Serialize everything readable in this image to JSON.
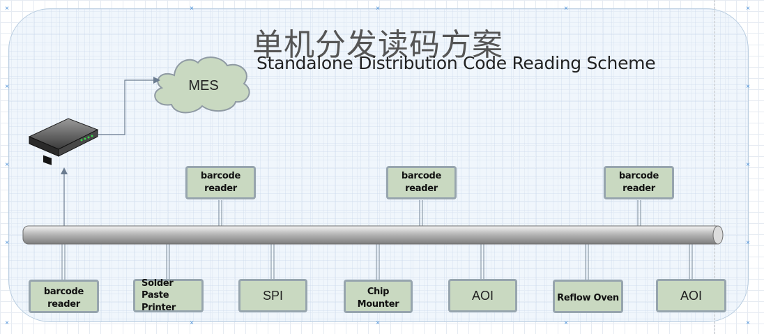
{
  "title": {
    "chinese": "单机分发读码方案",
    "english": "Standalone Distribution Code Reading Scheme"
  },
  "cloud": {
    "label": "MES"
  },
  "device": {
    "icon": "network-router-icon"
  },
  "top_readers": [
    {
      "label": "barcode reader"
    },
    {
      "label": "barcode reader"
    },
    {
      "label": "barcode reader"
    }
  ],
  "stations": [
    {
      "label": "barcode reader"
    },
    {
      "label": "Solder Paste Printer"
    },
    {
      "label": "SPI"
    },
    {
      "label": "Chip Mounter"
    },
    {
      "label": "AOI"
    },
    {
      "label": "Reflow Oven"
    },
    {
      "label": "AOI"
    }
  ],
  "colors": {
    "box_fill": "#c9d9c1",
    "box_border": "#97a5ae",
    "cloud_fill": "#c9d9c1",
    "connector": "#6b7c90",
    "bus": "#a8a8a8",
    "marker": "#4a90d9"
  }
}
